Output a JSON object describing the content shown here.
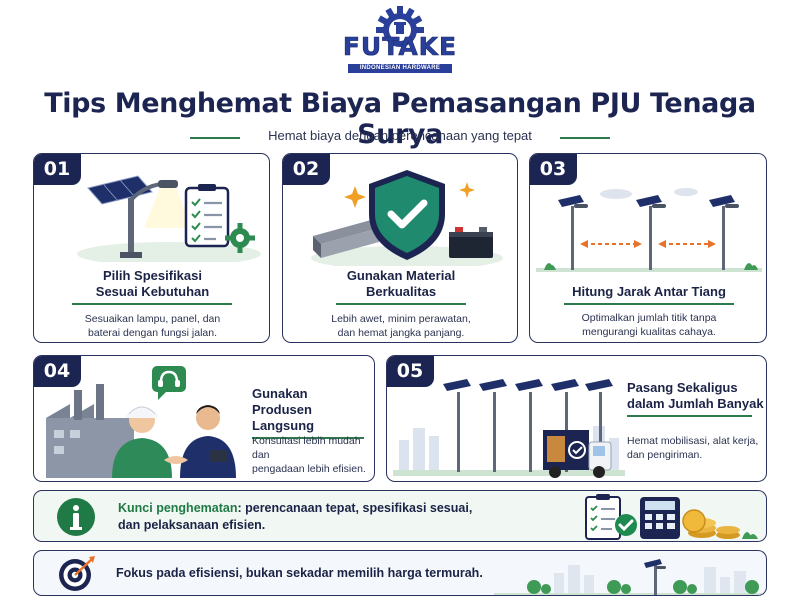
{
  "header": {
    "brand": "FUTAKE",
    "brand_tagline": "INDONESIAN HARDWARE",
    "title": "Tips Menghemat Biaya Pemasangan PJU Tenaga Surya",
    "subtitle": "Hemat biaya dengan perencanaan yang tepat"
  },
  "tips": [
    {
      "number": "01",
      "title_line1": "Pilih Spesifikasi",
      "title_line2": "Sesuai Kebutuhan",
      "desc_line1": "Sesuaikan lampu, panel, dan",
      "desc_line2": "baterai dengan fungsi jalan."
    },
    {
      "number": "02",
      "title_line1": "Gunakan Material",
      "title_line2": "Berkualitas",
      "desc_line1": "Lebih awet, minim perawatan,",
      "desc_line2": "dan hemat jangka panjang."
    },
    {
      "number": "03",
      "title_line1": "Hitung Jarak Antar Tiang",
      "desc_line1": "Optimalkan jumlah titik tanpa",
      "desc_line2": "mengurangi kualitas cahaya."
    },
    {
      "number": "04",
      "title_line1": "Gunakan",
      "title_line2": "Produsen Langsung",
      "desc_line1": "Konsultasi lebih mudah dan",
      "desc_line2": "pengadaan lebih efisien."
    },
    {
      "number": "05",
      "title_line1": "Pasang Sekaligus",
      "title_line2": "dalam Jumlah Banyak",
      "desc_line1": "Hemat mobilisasi, alat kerja,",
      "desc_line2": "dan pengiriman."
    }
  ],
  "key_banner": {
    "lead": "Kunci penghematan",
    "text_line1": ": perencanaan tepat, spesifikasi sesuai,",
    "text_line2": "dan pelaksanaan efisien."
  },
  "focus_banner": {
    "text": "Fokus pada efisiensi, bukan sekadar memilih harga termurah."
  },
  "icons": [
    "gear-icon",
    "solar-street-light-icon",
    "checklist-icon",
    "shield-check-icon",
    "battery-icon",
    "sparkle-icon",
    "distance-arrow-icon",
    "factory-icon",
    "handshake-icon",
    "headset-chat-icon",
    "truck-icon",
    "info-icon",
    "calculator-icon",
    "coins-icon",
    "target-icon"
  ],
  "colors": {
    "navy": "#1c2552",
    "green": "#2d7a4c",
    "accent_orange": "#e8722a",
    "shield_teal": "#1f8a6e"
  }
}
